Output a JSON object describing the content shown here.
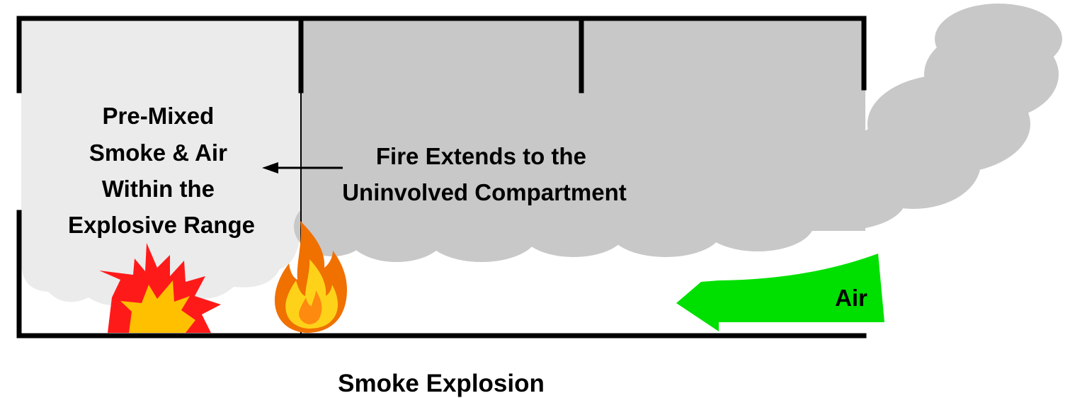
{
  "diagram": {
    "left_label_lines": [
      "Pre-Mixed",
      "Smoke & Air",
      "Within the",
      "Explosive Range"
    ],
    "center_label_lines": [
      "Fire Extends to the",
      "Uninvolved Compartment"
    ],
    "air_label": "Air",
    "caption": "Smoke Explosion"
  },
  "colors": {
    "walls": "#000000",
    "light_smoke": "#ebebeb",
    "dark_smoke": "#c8c8c8",
    "air_arrow": "#00e000",
    "explosion_outer": "#ff1a1a",
    "explosion_inner": "#ffc000",
    "flame_outer": "#f07000",
    "flame_inner": "#ffd21a"
  }
}
